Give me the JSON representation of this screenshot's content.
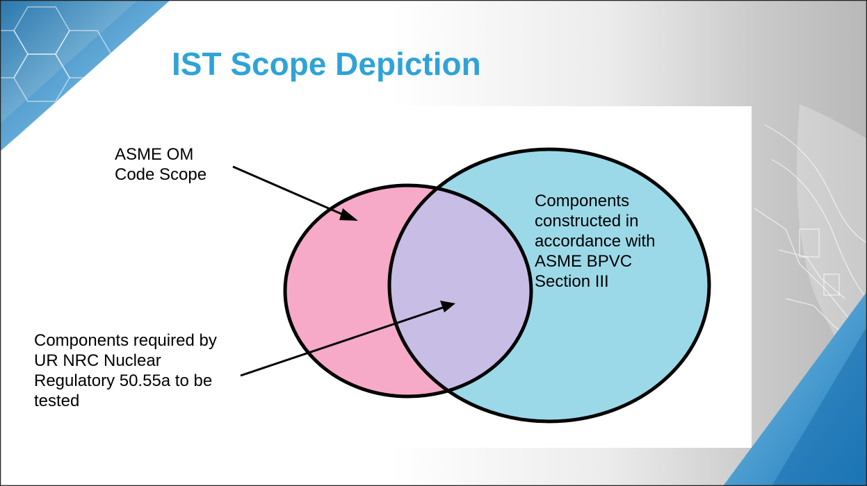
{
  "slide": {
    "title": "IST Scope Depiction"
  },
  "diagram": {
    "type": "venn",
    "sets": [
      {
        "lines": [
          "ASME OM",
          "Code Scope"
        ],
        "color": "#f7aac8"
      },
      {
        "lines": [
          "Components",
          "constructed in",
          "accordance with",
          "ASME BPVC",
          "Section III"
        ],
        "color": "#9cd9e8"
      }
    ],
    "intersection": {
      "lines": [
        "Components required by",
        "UR NRC Nuclear",
        "Regulatory 50.55a to be",
        "tested"
      ],
      "color": "#c7bde5"
    },
    "outline_color": "#000000"
  },
  "theme": {
    "title_color": "#2fa3d8",
    "accent_blue": "#1f7fc0"
  }
}
